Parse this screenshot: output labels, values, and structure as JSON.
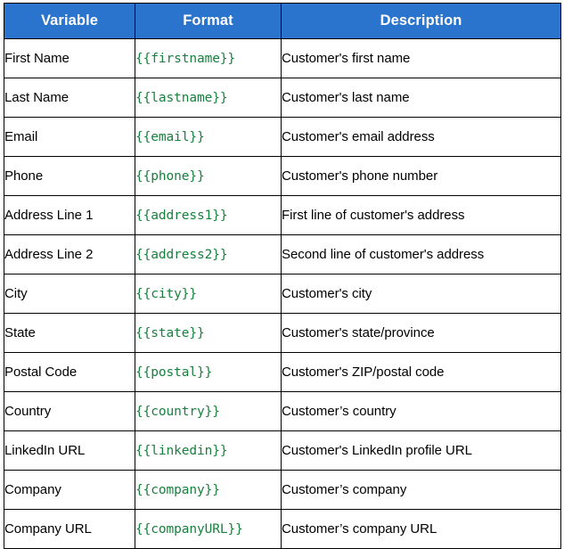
{
  "table": {
    "headers": [
      {
        "label": "Variable"
      },
      {
        "label": "Format"
      },
      {
        "label": "Description"
      }
    ],
    "header_background": "#2b74cd",
    "header_text_color": "#ffffff",
    "format_text_color": "#17803d",
    "border_color": "#000000",
    "rows": [
      {
        "variable": "First Name",
        "format": "{{firstname}}",
        "description": "Customer's first name"
      },
      {
        "variable": "Last Name",
        "format": "{{lastname}}",
        "description": "Customer's last name"
      },
      {
        "variable": "Email",
        "format": "{{email}}",
        "description": "Customer's email address"
      },
      {
        "variable": "Phone",
        "format": "{{phone}}",
        "description": "Customer's phone number"
      },
      {
        "variable": "Address Line 1",
        "format": "{{address1}}",
        "description": "First line of customer's address"
      },
      {
        "variable": "Address Line 2",
        "format": "{{address2}}",
        "description": "Second line of customer's address"
      },
      {
        "variable": "City",
        "format": "{{city}}",
        "description": "Customer's city"
      },
      {
        "variable": "State",
        "format": "{{state}}",
        "description": "Customer's state/province"
      },
      {
        "variable": "Postal Code",
        "format": "{{postal}}",
        "description": "Customer's ZIP/postal code"
      },
      {
        "variable": "Country",
        "format": "{{country}}",
        "description": "Customer’s country"
      },
      {
        "variable": "LinkedIn URL",
        "format": "{{linkedin}}",
        "description": "Customer's LinkedIn profile URL"
      },
      {
        "variable": "Company",
        "format": "{{company}}",
        "description": "Customer’s company"
      },
      {
        "variable": "Company URL",
        "format": "{{companyURL}}",
        "description": "Customer’s company URL"
      }
    ]
  }
}
